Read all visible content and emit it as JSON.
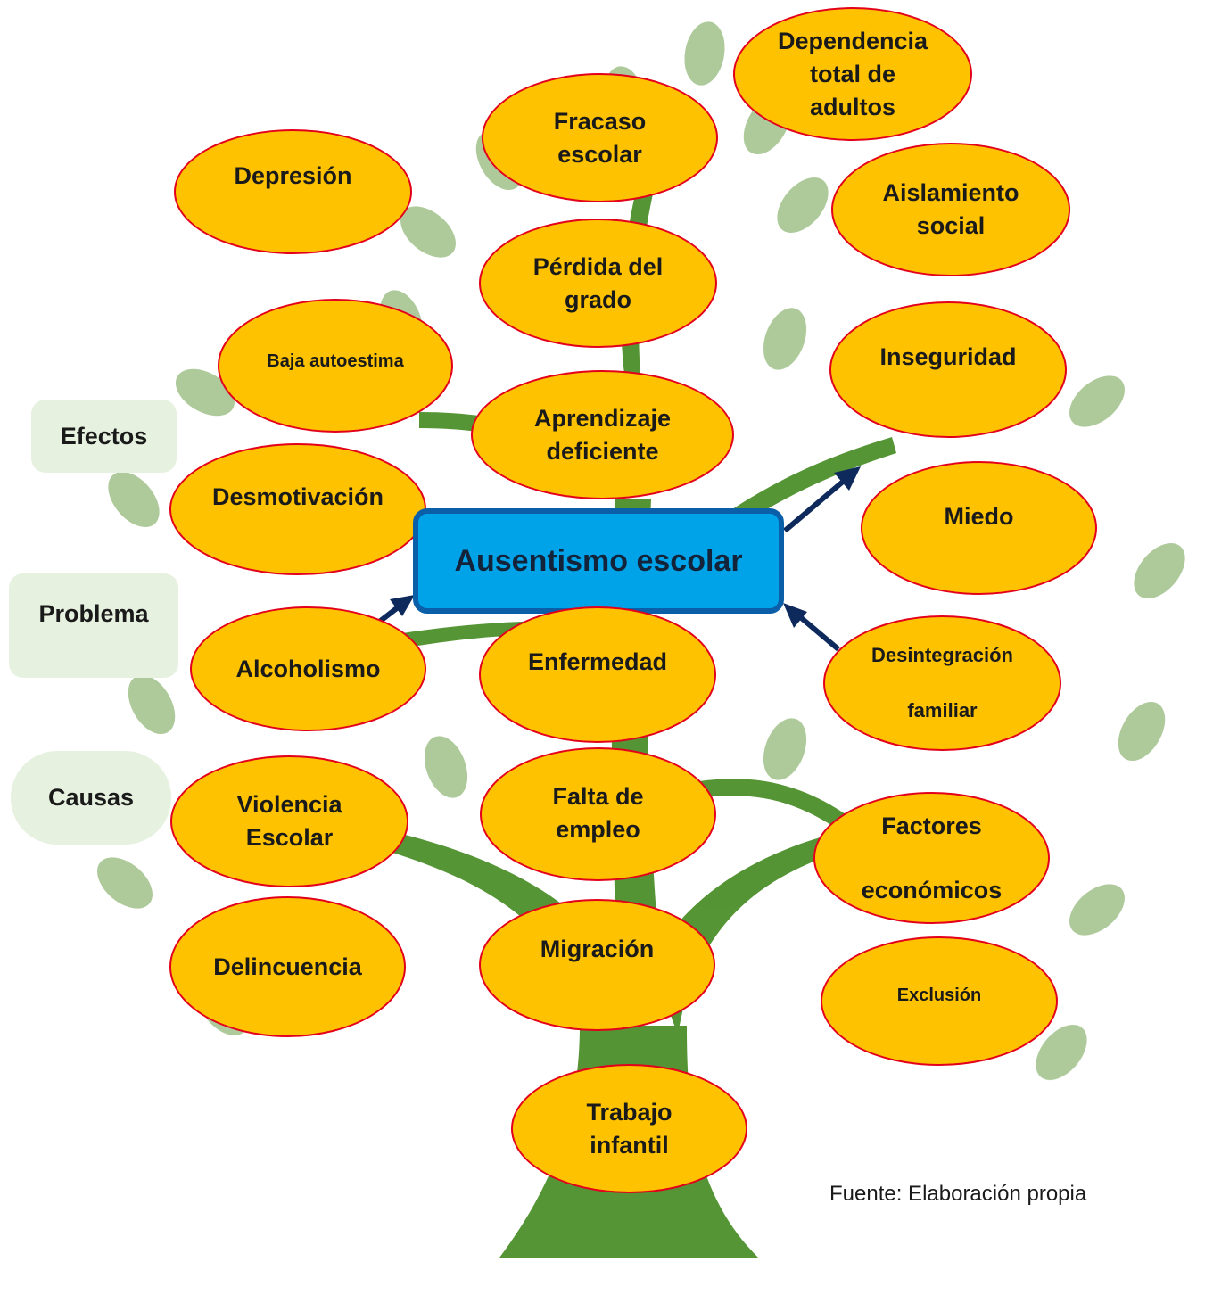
{
  "side_labels": {
    "effects": "Efectos",
    "problem": "Problema",
    "causes": "Causas"
  },
  "problem": "Ausentismo escolar",
  "effects": {
    "dependencia": "Dependencia\ntotal de\nadultos",
    "fracaso": "Fracaso\nescolar",
    "depresion": "Depresión",
    "aislamiento": "Aislamiento\nsocial",
    "perdida": "Pérdida del\ngrado",
    "baja_autoestima": "Baja autoestima",
    "inseguridad": "Inseguridad",
    "aprendizaje": "Aprendizaje\ndeficiente",
    "desmotivacion": "Desmotivación",
    "miedo": "Miedo"
  },
  "causes": {
    "alcoholismo": "Alcoholismo",
    "enfermedad": "Enfermedad",
    "desintegracion": "Desintegración\nfamiliar",
    "violencia": "Violencia\nEscolar",
    "falta_empleo": "Falta de\nempleo",
    "factores": "Factores\neconómicos",
    "delincuencia": "Delincuencia",
    "migracion": "Migración",
    "exclusion": "Exclusión",
    "trabajo_infantil": "Trabajo\ninfantil"
  },
  "source": "Fuente: Elaboración propia",
  "colors": {
    "node_fill": "#fec200",
    "node_border": "#e3001b",
    "problem_fill": "#00a3e8",
    "problem_border": "#0b5ea8",
    "arrow": "#0e2a5c",
    "trunk": "#4c8f2a",
    "leaf": "#93b97a",
    "label_box": "#e6f1df"
  }
}
